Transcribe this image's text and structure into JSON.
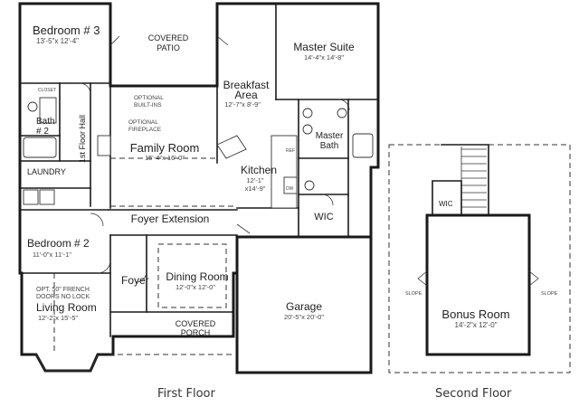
{
  "rooms": {
    "bedroom3": {
      "name": "Bedroom # 3",
      "dim": "13'-5\"x 12'-4\""
    },
    "covered_patio": {
      "name": "COVERED",
      "name2": "PATIO"
    },
    "breakfast": {
      "name": "Breakfast",
      "name2": "Area",
      "dim": "12'-7\"x 8'-9\""
    },
    "master_suite": {
      "name": "Master Suite",
      "dim": "14'-4\"x 14'-8\""
    },
    "bath2": {
      "name": "Bath",
      "name2": "# 2"
    },
    "hall": {
      "name": "1st Floor Hall"
    },
    "family_room": {
      "name": "Family Room",
      "dim": "15'-4\"x 16'-0\""
    },
    "master_bath": {
      "name": "Master",
      "name2": "Bath"
    },
    "kitchen": {
      "name": "Kitchen",
      "dim": "12'-1\"",
      "dim2": "x14'-9\""
    },
    "laundry": {
      "name": "LAUNDRY"
    },
    "wic": {
      "name": "WIC"
    },
    "foyer_ext": {
      "name": "Foyer Extension"
    },
    "bedroom2": {
      "name": "Bedroom # 2",
      "dim": "11'-0\"x 11'-1\""
    },
    "foyer": {
      "name": "Foyer"
    },
    "dining": {
      "name": "Dining Room",
      "dim": "12'-0\"x 12'-0\""
    },
    "living": {
      "name": "Living Room",
      "dim": "12'-2\"x 15'-5\""
    },
    "living_note": {
      "line1": "OPT. 50\" FRENCH",
      "line2": "DOORS NO LOCK"
    },
    "garage": {
      "name": "Garage",
      "dim": "20'-5\"x 20'-0\""
    },
    "covered_porch": {
      "name": "COVERED",
      "name2": "PORCH"
    },
    "wic2": {
      "name": "WIC"
    },
    "bonus": {
      "name": "Bonus Room",
      "dim": "14'-2\"x 12'-0\""
    }
  },
  "notes": {
    "opt_builtins": "OPTIONAL",
    "opt_builtins2": "BUILT-INS",
    "opt_fireplace": "OPTIONAL",
    "opt_fireplace2": "FIREPLACE",
    "closet": "CLOSET",
    "slope": "SLOPE",
    "ref": "REF",
    "dw": "DW"
  },
  "captions": {
    "first_floor": "First Floor",
    "second_floor": "Second Floor"
  }
}
